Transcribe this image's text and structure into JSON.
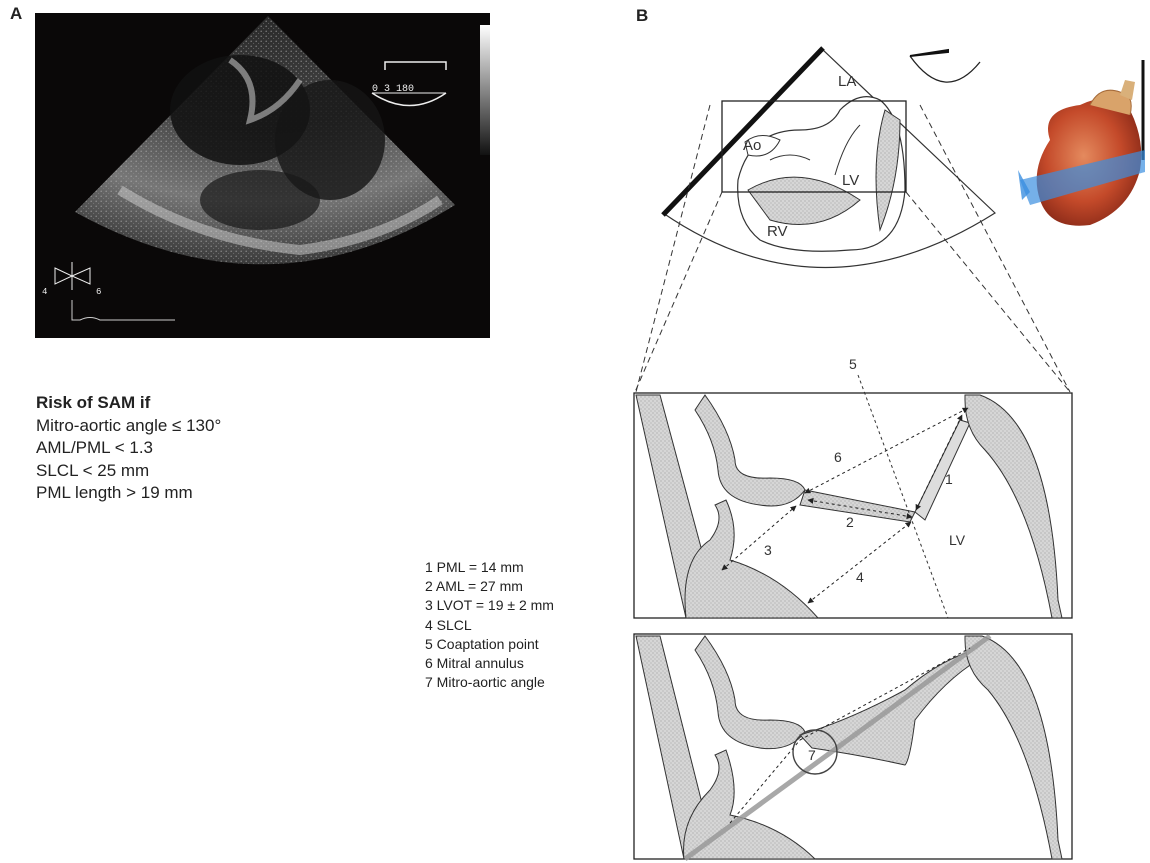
{
  "panels": {
    "a": "A",
    "b": "B"
  },
  "risk": {
    "heading": "Risk of SAM if",
    "lines": [
      "Mitro-aortic angle ≤ 130°",
      "AML/PML < 1.3",
      "SLCL < 25 mm",
      "PML length > 19 mm"
    ]
  },
  "legend": [
    "1 PML = 14 mm",
    "2 AML = 27 mm",
    "3 LVOT = 19 ± 2 mm",
    "4 SLCL",
    "5 Coaptation point",
    "6 Mitral annulus",
    "7 Mitro-aortic angle"
  ],
  "diagram": {
    "chambers": {
      "la": "LA",
      "ao": "Ao",
      "lv": "LV",
      "rv": "RV"
    },
    "zoom_lv": "LV",
    "measure_numbers": [
      "1",
      "2",
      "3",
      "4",
      "5",
      "6",
      "7"
    ]
  },
  "echo": {
    "scale_labels": "0 3 180",
    "probe_orientation_markers": [
      "4",
      "6"
    ]
  }
}
